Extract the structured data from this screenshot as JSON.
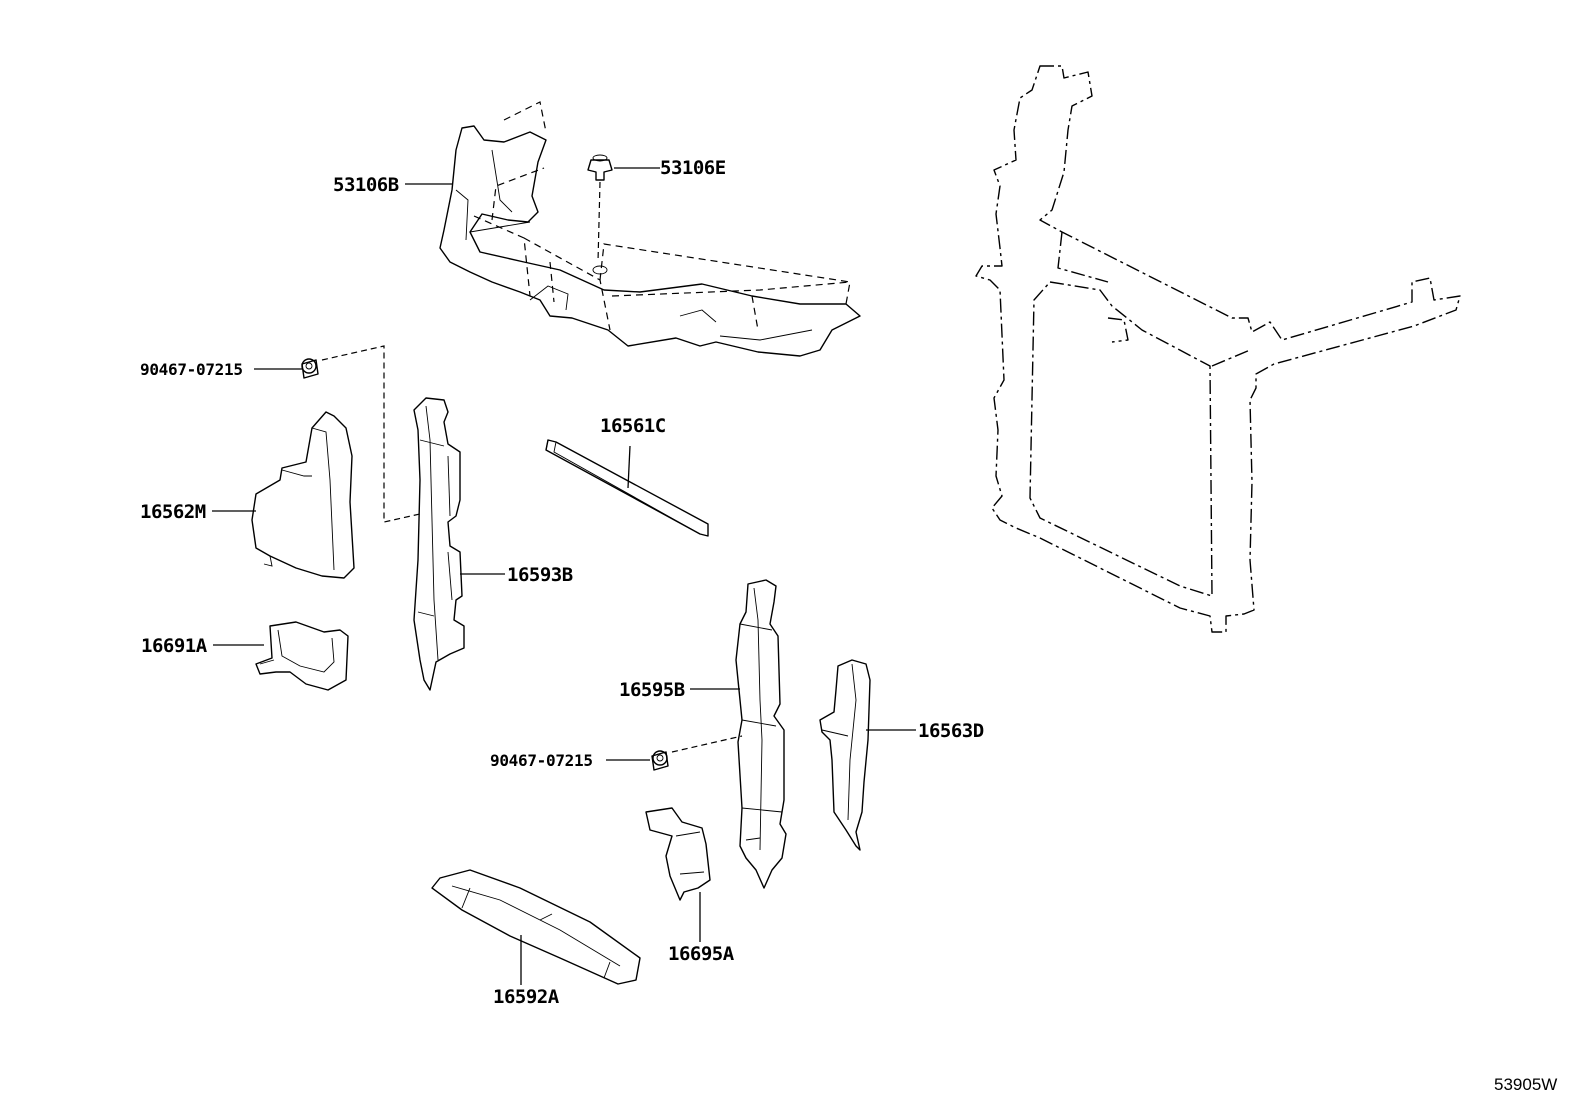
{
  "diagram": {
    "callouts": {
      "c53106B": "53106B",
      "c53106E": "53106E",
      "c90467_top": "90467-07215",
      "c16562M": "16562M",
      "c16561C": "16561C",
      "c16593B": "16593B",
      "c16691A": "16691A",
      "c16595B": "16595B",
      "c16563D": "16563D",
      "c90467_bottom": "90467-07215",
      "c16695A": "16695A",
      "c16592A": "16592A"
    },
    "figure_code": "53905W"
  }
}
